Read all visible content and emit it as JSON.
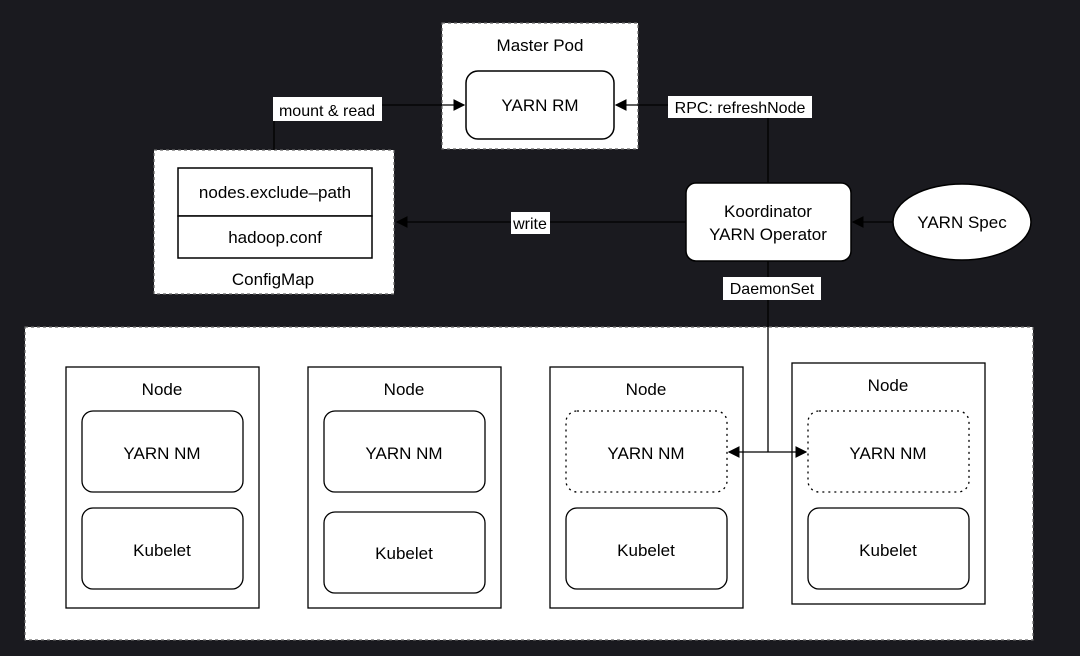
{
  "colors": {
    "background": "#1a1a1f",
    "box_fill": "#ffffff",
    "stroke": "#000000",
    "text": "#000000"
  },
  "master_pod": {
    "title": "Master Pod",
    "yarn_rm": "YARN RM"
  },
  "configmap": {
    "title": "ConfigMap",
    "fields": [
      "nodes.exclude–path",
      "hadoop.conf"
    ]
  },
  "operator": {
    "line1": "Koordinator",
    "line2": "YARN Operator"
  },
  "yarn_spec": {
    "label": "YARN Spec"
  },
  "edges": {
    "mount_read": "mount & read",
    "rpc_refresh": "RPC: refreshNode",
    "write": "write",
    "daemonset": "DaemonSet"
  },
  "nodes": [
    {
      "title": "Node",
      "nm": "YARN NM",
      "kubelet": "Kubelet"
    },
    {
      "title": "Node",
      "nm": "YARN NM",
      "kubelet": "Kubelet"
    },
    {
      "title": "Node",
      "nm": "YARN NM",
      "kubelet": "Kubelet"
    },
    {
      "title": "Node",
      "nm": "YARN NM",
      "kubelet": "Kubelet"
    }
  ]
}
